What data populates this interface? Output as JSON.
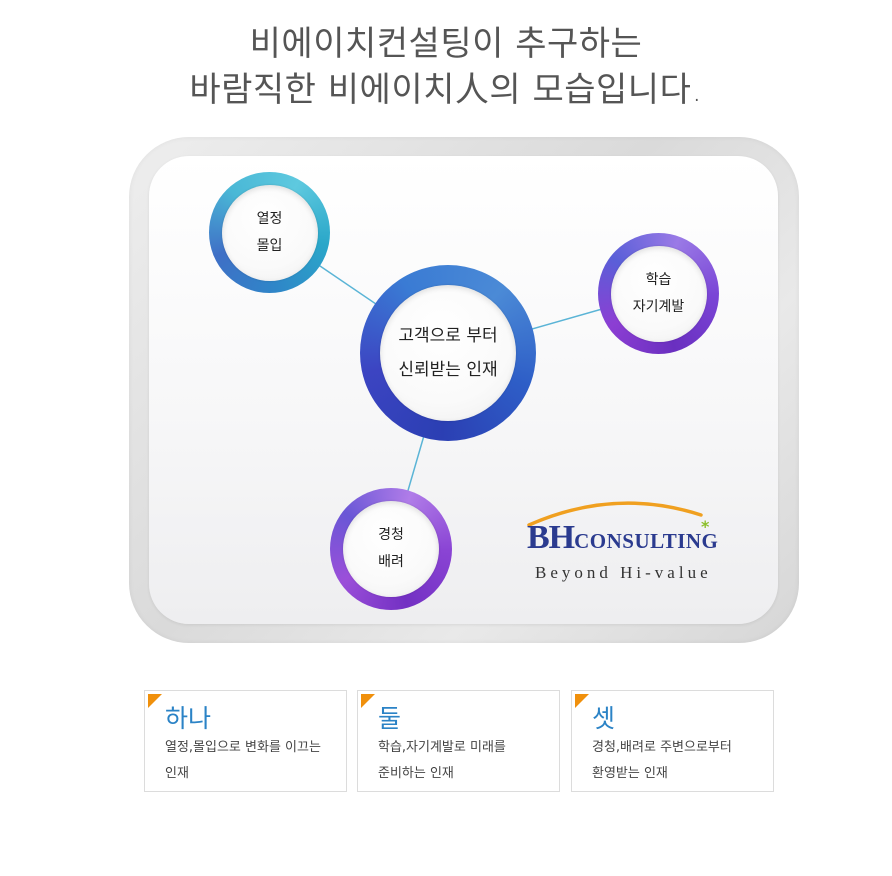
{
  "heading": {
    "line1": "비에이치컨설팅이 추구하는",
    "line2": "바람직한 비에이치人의 모습입니다."
  },
  "diagram": {
    "center": {
      "line1": "고객으로 부터",
      "line2": "신뢰받는 인재"
    },
    "nodes": [
      {
        "line1": "열정",
        "line2": "몰입"
      },
      {
        "line1": "학습",
        "line2": "자기계발"
      },
      {
        "line1": "경청",
        "line2": "배려"
      }
    ],
    "connector_color": "#5ab4d6"
  },
  "logo": {
    "bh": "BH",
    "consulting": "CONSULTING",
    "tagline": "Beyond Hi-value",
    "brand_color": "#2b3b8f",
    "arc_color": "#f0a020"
  },
  "cards": [
    {
      "title": "하나",
      "desc": "열정,몰입으로 변화를 이끄는\n인재"
    },
    {
      "title": "둘",
      "desc": "학습,자기계발로 미래를\n준비하는 인재"
    },
    {
      "title": "셋",
      "desc": "경청,배려로 주변으로부터\n환영받는 인재"
    }
  ],
  "colors": {
    "accent_blue": "#2b83c6",
    "corner_orange": "#f0900c"
  }
}
